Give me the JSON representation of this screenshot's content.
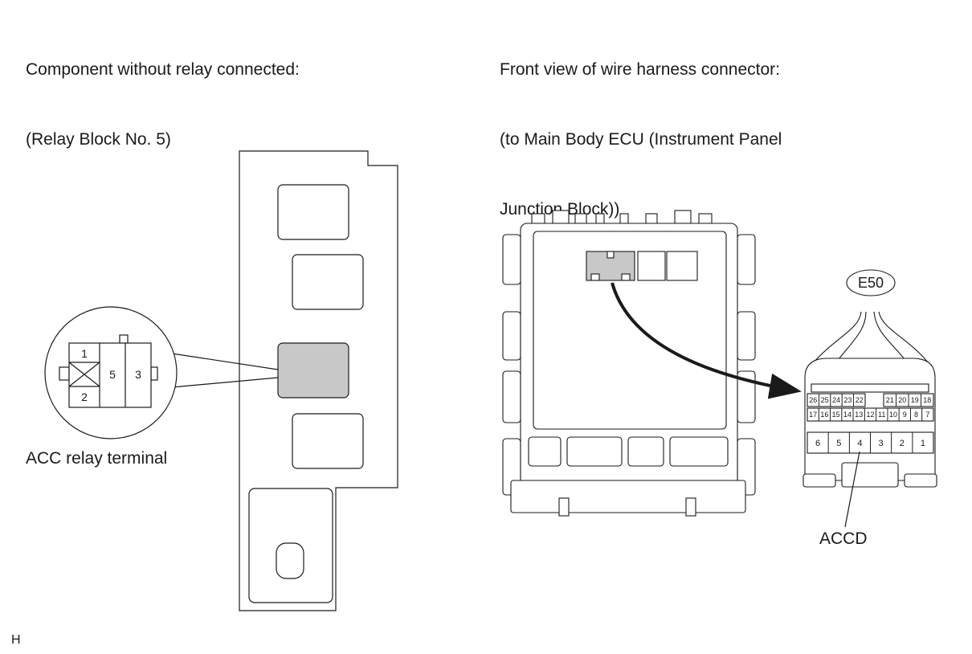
{
  "left": {
    "heading": [
      "Component without relay connected:",
      "(Relay Block No. 5)"
    ],
    "terminal_caption": "ACC relay terminal",
    "relay_terminals": [
      "1",
      "2",
      "5",
      "3"
    ]
  },
  "right": {
    "heading": [
      "Front view of wire harness connector:",
      "(to Main Body ECU (Instrument Panel",
      "Junction Block))"
    ],
    "connector_id": "E50",
    "top_row_left": [
      "26",
      "25",
      "24",
      "23",
      "22"
    ],
    "top_row_right": [
      "21",
      "20",
      "19",
      "18"
    ],
    "middle_row": [
      "17",
      "16",
      "15",
      "14",
      "13",
      "12",
      "11",
      "10",
      "9",
      "8",
      "7"
    ],
    "bottom_row": [
      "6",
      "5",
      "4",
      "3",
      "2",
      "1"
    ],
    "pin_label": "ACCD"
  },
  "corner_mark": "H",
  "colors": {
    "line": "#1a1a1a",
    "highlight": "#c8c8c8"
  }
}
